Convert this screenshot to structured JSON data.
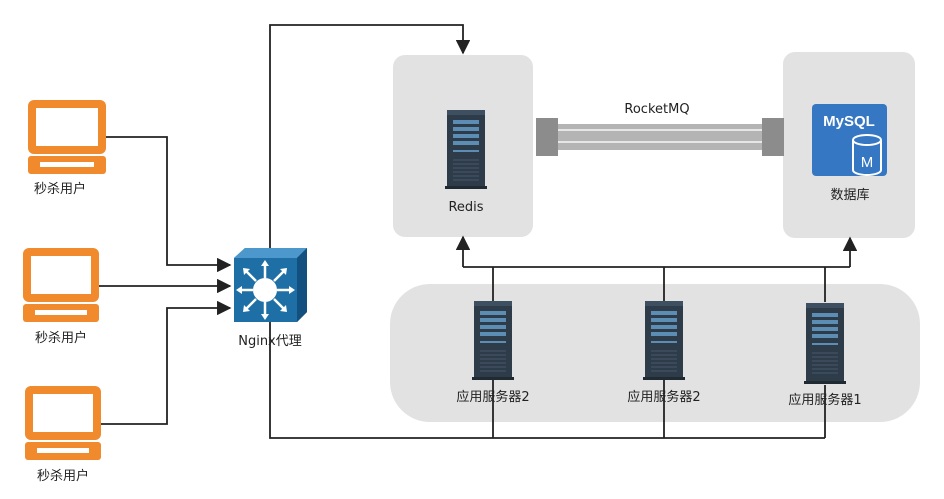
{
  "colors": {
    "panel": "#e2e2e2",
    "laptop": "#f08a2c",
    "laptop_dark": "#d9731a",
    "server": "#2e3c49",
    "server_slot": "#5b8db5",
    "nginx": "#1d6fa6",
    "mysql": "#3577c2",
    "pipe": "#b4b4b4",
    "pipe_cap": "#8c8c8c",
    "line": "#222222"
  },
  "nodes": {
    "user1": {
      "label": "秒杀用户",
      "icon": "laptop-icon"
    },
    "user2": {
      "label": "秒杀用户",
      "icon": "laptop-icon"
    },
    "user3": {
      "label": "秒杀用户",
      "icon": "laptop-icon"
    },
    "nginx": {
      "label": "Nginx代理",
      "icon": "switch-icon"
    },
    "redis": {
      "label": "Redis",
      "icon": "server-icon"
    },
    "database": {
      "label": "数据库",
      "icon": "mysql-icon",
      "logo_text": "MySQL",
      "badge": "M"
    },
    "app1": {
      "label": "应用服务器2",
      "icon": "server-icon"
    },
    "app2": {
      "label": "应用服务器2",
      "icon": "server-icon"
    },
    "app3": {
      "label": "应用服务器1",
      "icon": "server-icon"
    }
  },
  "mq": {
    "label": "RocketMQ"
  }
}
